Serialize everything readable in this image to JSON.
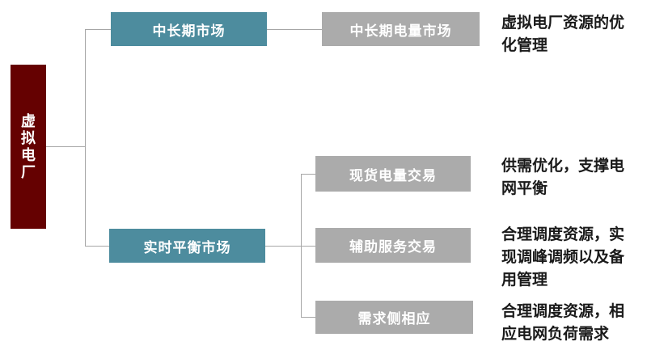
{
  "diagram": {
    "type": "tree",
    "root": {
      "label": "虚拟电厂"
    },
    "branches": [
      {
        "label": "中长期市场",
        "children": [
          {
            "label": "中长期电量市场",
            "description": "虚拟电厂资源的优化管理"
          }
        ]
      },
      {
        "label": "实时平衡市场",
        "children": [
          {
            "label": "现货电量交易",
            "description": "供需优化，支撑电网平衡"
          },
          {
            "label": "辅助服务交易",
            "description": "合理调度资源，实现调峰调频以及备用管理"
          },
          {
            "label": "需求侧相应",
            "description": "合理调度资源，相应电网负荷需求"
          }
        ]
      }
    ],
    "colors": {
      "root_box": "#650101",
      "branch_box": "#4d8c9e",
      "leaf_box": "#ababab",
      "connector": "#a6a6a6",
      "box_text": "#ffffff",
      "description_text": "#1a1a1a",
      "background": "#ffffff"
    }
  }
}
